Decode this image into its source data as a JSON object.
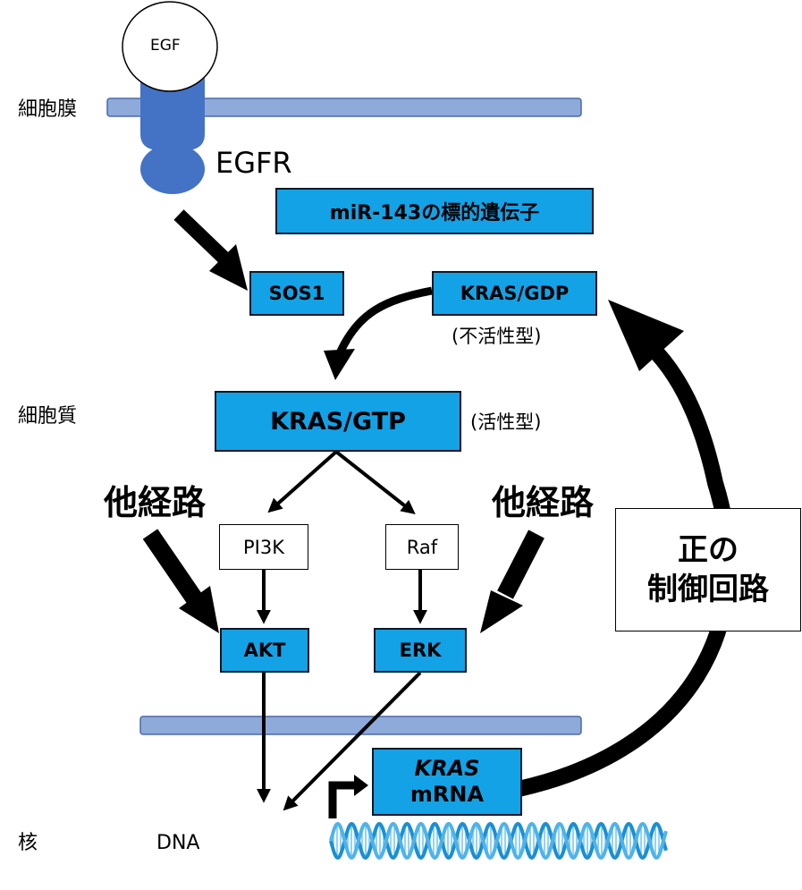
{
  "colors": {
    "box_fill": "#13a2e6",
    "membrane": "#8eaadb",
    "receptor": "#4472c4",
    "arrow": "#000000"
  },
  "labels": {
    "cell_membrane": "細胞膜",
    "cytoplasm": "細胞質",
    "nucleus": "核",
    "dna": "DNA",
    "egf": "EGF",
    "egfr": "EGFR",
    "mir_target": "miR-143の標的遺伝子",
    "sos1": "SOS1",
    "kras_gdp": "KRAS/GDP",
    "inactive": "(不活性型)",
    "kras_gtp": "KRAS/GTP",
    "active": "(活性型)",
    "other_pathway_left": "他経路",
    "other_pathway_right": "他経路",
    "pi3k": "PI3K",
    "raf": "Raf",
    "akt": "AKT",
    "erk": "ERK",
    "kras_mrna_gene": "KRAS",
    "kras_mrna_type": "mRNA",
    "positive_feedback_1": "正の",
    "positive_feedback_2": "制御回路"
  },
  "icons": [
    "dna-helix-icon",
    "transcription-start-arrow-icon",
    "egfr-receptor-icon"
  ]
}
